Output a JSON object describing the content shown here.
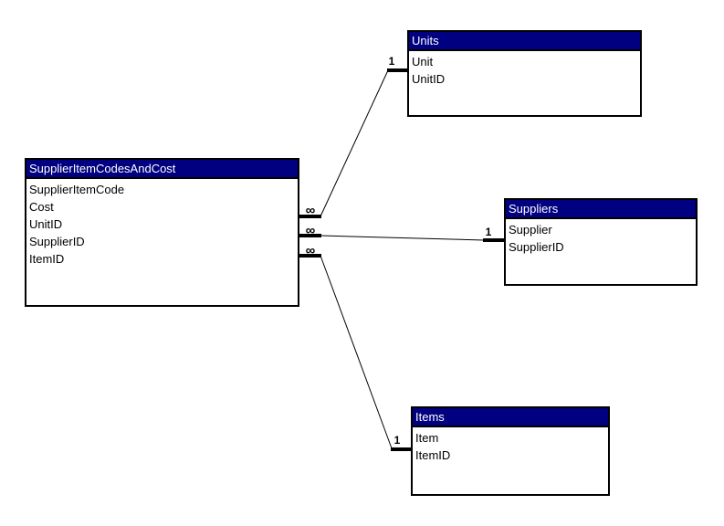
{
  "diagram": {
    "kind": "database-relationships",
    "background_color": "#ffffff",
    "table_header_bg": "#000080",
    "table_header_text_color": "#ffffff",
    "table_border_color": "#000000",
    "line_color": "#000000"
  },
  "tables": [
    {
      "title": "SupplierItemCodesAndCost",
      "fields": [
        "SupplierItemCode",
        "Cost",
        "UnitID",
        "SupplierID",
        "ItemID"
      ]
    },
    {
      "title": "Units",
      "fields": [
        "Unit",
        "UnitID"
      ]
    },
    {
      "title": "Suppliers",
      "fields": [
        "Supplier",
        "SupplierID"
      ]
    },
    {
      "title": "Items",
      "fields": [
        "Item",
        "ItemID"
      ]
    }
  ],
  "relationships": [
    {
      "from_table": "SupplierItemCodesAndCost",
      "from_field": "UnitID",
      "to_table": "Units",
      "to_field": "UnitID",
      "many_symbol": "∞",
      "one_symbol": "1"
    },
    {
      "from_table": "SupplierItemCodesAndCost",
      "from_field": "SupplierID",
      "to_table": "Suppliers",
      "to_field": "SupplierID",
      "many_symbol": "∞",
      "one_symbol": "1"
    },
    {
      "from_table": "SupplierItemCodesAndCost",
      "from_field": "ItemID",
      "to_table": "Items",
      "to_field": "ItemID",
      "many_symbol": "∞",
      "one_symbol": "1"
    }
  ]
}
